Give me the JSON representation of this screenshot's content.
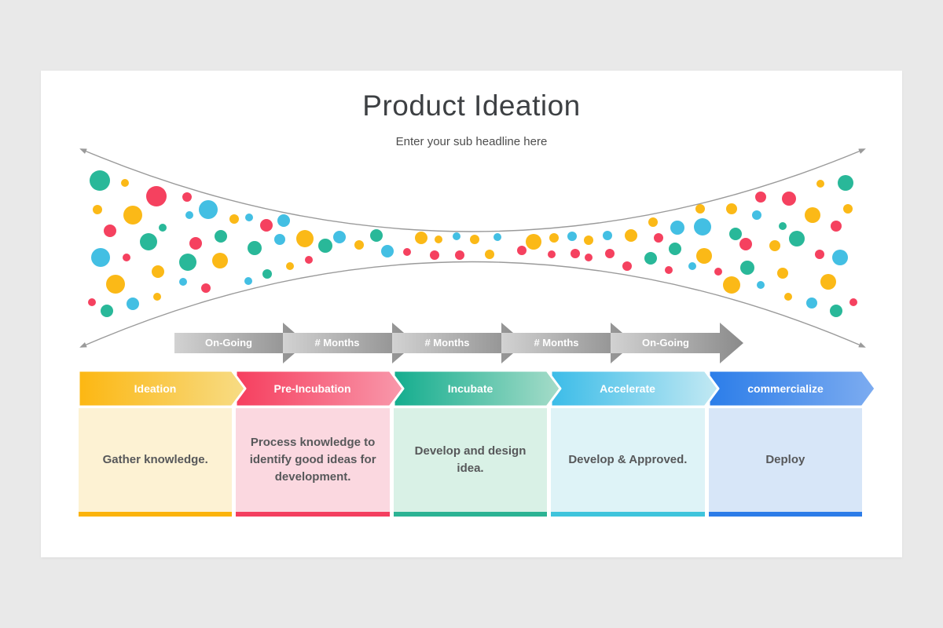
{
  "header": {
    "title": "Product Ideation",
    "subtitle": "Enter your sub headline here"
  },
  "funnel": {
    "line_color": "#9a9a9a",
    "dot_palette": [
      "#29b899",
      "#f5415f",
      "#fbb917",
      "#43bfe3"
    ],
    "dots": [
      [
        75,
        140,
        13,
        0
      ],
      [
        107,
        143,
        5,
        2
      ],
      [
        147,
        160,
        13,
        1
      ],
      [
        186,
        161,
        6,
        1
      ],
      [
        72,
        177,
        6,
        2
      ],
      [
        117,
        184,
        12,
        2
      ],
      [
        213,
        177,
        12,
        3
      ],
      [
        189,
        184,
        5,
        3
      ],
      [
        88,
        204,
        8,
        1
      ],
      [
        155,
        200,
        5,
        0
      ],
      [
        137,
        218,
        11,
        0
      ],
      [
        246,
        189,
        6,
        2
      ],
      [
        265,
        187,
        5,
        3
      ],
      [
        287,
        197,
        8,
        1
      ],
      [
        309,
        191,
        8,
        3
      ],
      [
        229,
        211,
        8,
        0
      ],
      [
        197,
        220,
        8,
        1
      ],
      [
        76,
        238,
        12,
        3
      ],
      [
        109,
        238,
        5,
        1
      ],
      [
        187,
        244,
        11,
        0
      ],
      [
        228,
        242,
        10,
        2
      ],
      [
        149,
        256,
        8,
        2
      ],
      [
        95,
        272,
        12,
        2
      ],
      [
        65,
        295,
        5,
        1
      ],
      [
        117,
        297,
        8,
        3
      ],
      [
        84,
        306,
        8,
        0
      ],
      [
        148,
        288,
        5,
        2
      ],
      [
        181,
        269,
        5,
        3
      ],
      [
        210,
        277,
        6,
        1
      ],
      [
        272,
        226,
        9,
        0
      ],
      [
        304,
        215,
        7,
        3
      ],
      [
        336,
        214,
        11,
        2
      ],
      [
        341,
        241,
        5,
        1
      ],
      [
        362,
        223,
        9,
        0
      ],
      [
        380,
        212,
        8,
        3
      ],
      [
        317,
        249,
        5,
        2
      ],
      [
        264,
        268,
        5,
        3
      ],
      [
        288,
        259,
        6,
        0
      ],
      [
        405,
        222,
        6,
        2
      ],
      [
        427,
        210,
        8,
        0
      ],
      [
        441,
        230,
        8,
        3
      ],
      [
        466,
        231,
        5,
        1
      ],
      [
        484,
        213,
        8,
        2
      ],
      [
        506,
        215,
        5,
        2
      ],
      [
        501,
        235,
        6,
        1
      ],
      [
        529,
        211,
        5,
        3
      ],
      [
        533,
        235,
        6,
        1
      ],
      [
        552,
        215,
        6,
        2
      ],
      [
        581,
        212,
        5,
        3
      ],
      [
        571,
        234,
        6,
        2
      ],
      [
        612,
        229,
        6,
        1
      ],
      [
        627,
        218,
        10,
        2
      ],
      [
        653,
        213,
        6,
        2
      ],
      [
        650,
        234,
        5,
        1
      ],
      [
        676,
        211,
        6,
        3
      ],
      [
        680,
        233,
        6,
        1
      ],
      [
        697,
        216,
        6,
        2
      ],
      [
        697,
        238,
        5,
        1
      ],
      [
        721,
        210,
        6,
        3
      ],
      [
        724,
        233,
        6,
        1
      ],
      [
        751,
        210,
        8,
        2
      ],
      [
        746,
        249,
        6,
        1
      ],
      [
        779,
        193,
        6,
        2
      ],
      [
        786,
        213,
        6,
        1
      ],
      [
        776,
        239,
        8,
        0
      ],
      [
        810,
        200,
        9,
        3
      ],
      [
        807,
        227,
        8,
        0
      ],
      [
        799,
        254,
        5,
        1
      ],
      [
        839,
        176,
        6,
        2
      ],
      [
        842,
        199,
        11,
        3
      ],
      [
        844,
        236,
        10,
        2
      ],
      [
        829,
        249,
        5,
        3
      ],
      [
        862,
        256,
        5,
        1
      ],
      [
        879,
        176,
        7,
        2
      ],
      [
        884,
        208,
        8,
        0
      ],
      [
        897,
        221,
        8,
        1
      ],
      [
        879,
        273,
        11,
        2
      ],
      [
        916,
        273,
        5,
        3
      ],
      [
        911,
        184,
        6,
        3
      ],
      [
        916,
        161,
        7,
        1
      ],
      [
        899,
        251,
        9,
        0
      ],
      [
        934,
        223,
        7,
        2
      ],
      [
        944,
        258,
        7,
        2
      ],
      [
        944,
        198,
        5,
        0
      ],
      [
        952,
        163,
        9,
        1
      ],
      [
        992,
        144,
        5,
        2
      ],
      [
        1024,
        143,
        10,
        0
      ],
      [
        982,
        184,
        10,
        2
      ],
      [
        962,
        214,
        10,
        0
      ],
      [
        1012,
        198,
        7,
        1
      ],
      [
        1027,
        176,
        6,
        2
      ],
      [
        991,
        234,
        6,
        1
      ],
      [
        1017,
        238,
        10,
        3
      ],
      [
        1002,
        269,
        10,
        2
      ],
      [
        951,
        288,
        5,
        2
      ],
      [
        981,
        296,
        7,
        3
      ],
      [
        1012,
        306,
        8,
        0
      ],
      [
        1034,
        295,
        5,
        1
      ]
    ]
  },
  "timeline": {
    "labels": [
      "On-Going",
      "# Months",
      "# Months",
      "# Months",
      "On-Going"
    ],
    "gradient_start": "#d2d2d2",
    "gradient_end": "#8a8a8a"
  },
  "stages": [
    {
      "name": "Ideation",
      "description": "Gather knowledge.",
      "color": "#fcb712",
      "color_light": "#f7dc85",
      "body_bg": "#fdf2d3",
      "accent": "#fbb30b"
    },
    {
      "name": "Pre-Incubation",
      "description": "Process knowledge to identify good ideas for development.",
      "color": "#f63e5e",
      "color_light": "#f898ab",
      "body_bg": "#fbd8e0",
      "accent": "#f43f5f"
    },
    {
      "name": "Incubate",
      "description": "Develop and design idea.",
      "color": "#13ad8e",
      "color_light": "#a6dcc9",
      "body_bg": "#d9f1e6",
      "accent": "#2cb394"
    },
    {
      "name": "Accelerate",
      "description": "Develop & Approved.",
      "color": "#3bbce8",
      "color_light": "#c3e9f3",
      "body_bg": "#def3f7",
      "accent": "#3fc4dc"
    },
    {
      "name": "commercialize",
      "description": "Deploy",
      "color": "#2b7de9",
      "color_light": "#7dacf0",
      "body_bg": "#d7e6f8",
      "accent": "#2c7ce8"
    }
  ]
}
